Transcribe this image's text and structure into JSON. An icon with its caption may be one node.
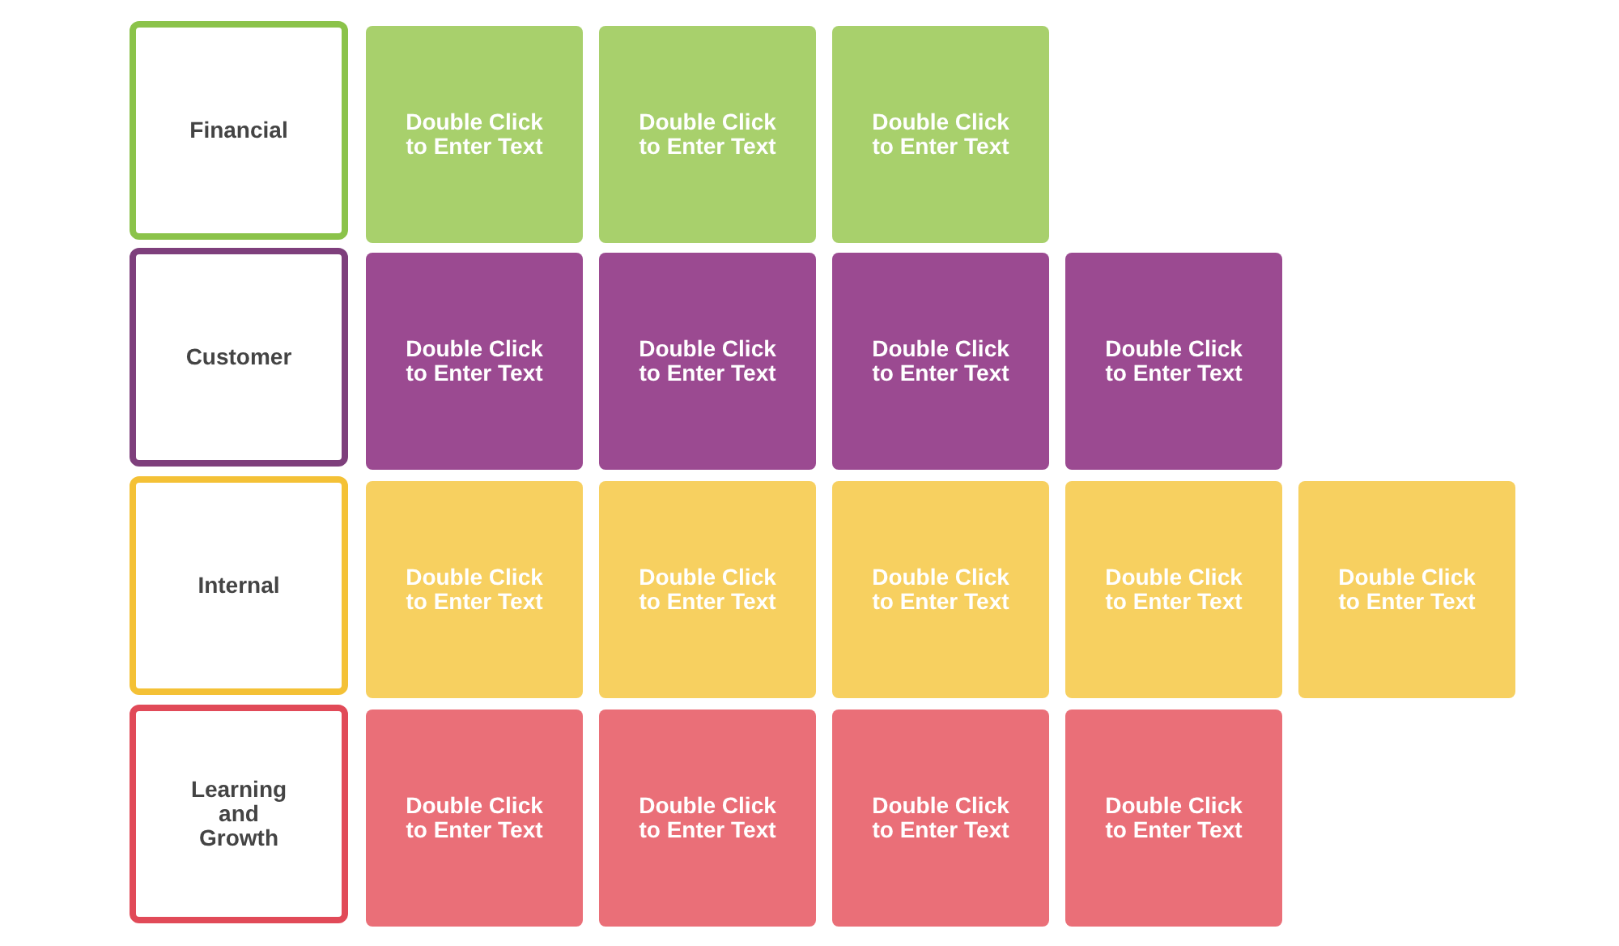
{
  "diagram": {
    "nodes": [
      {
        "text": [
          "Financial"
        ]
      },
      {
        "text": [
          "Double Click to Enter Text"
        ]
      },
      {
        "text": [
          "Double Click to Enter Text"
        ]
      },
      {
        "text": [
          "Double Click to Enter Text"
        ]
      },
      {
        "text": [
          "Customer"
        ]
      },
      {
        "text": [
          "Double Click to Enter Text"
        ]
      },
      {
        "text": [
          "Double Click to Enter Text"
        ]
      },
      {
        "text": [
          "Double Click to Enter Text"
        ]
      },
      {
        "text": [
          "Double Click to Enter Text"
        ]
      },
      {
        "text": [
          "Internal"
        ]
      },
      {
        "text": [
          "Double Click to Enter Text"
        ]
      },
      {
        "text": [
          "Double Click to Enter Text"
        ]
      },
      {
        "text": [
          "Double Click to Enter Text"
        ]
      },
      {
        "text": [
          "Double Click to Enter Text"
        ]
      },
      {
        "text": [
          "Double Click to Enter Text"
        ]
      },
      {
        "text": [
          "Learning and Growth"
        ]
      },
      {
        "text": [
          "Double Click to Enter Text"
        ]
      },
      {
        "text": [
          "Double Click to Enter Text"
        ]
      },
      {
        "text": [
          "Double Click to Enter Text"
        ]
      },
      {
        "text": [
          "Double Click to Enter Text"
        ]
      }
    ]
  }
}
